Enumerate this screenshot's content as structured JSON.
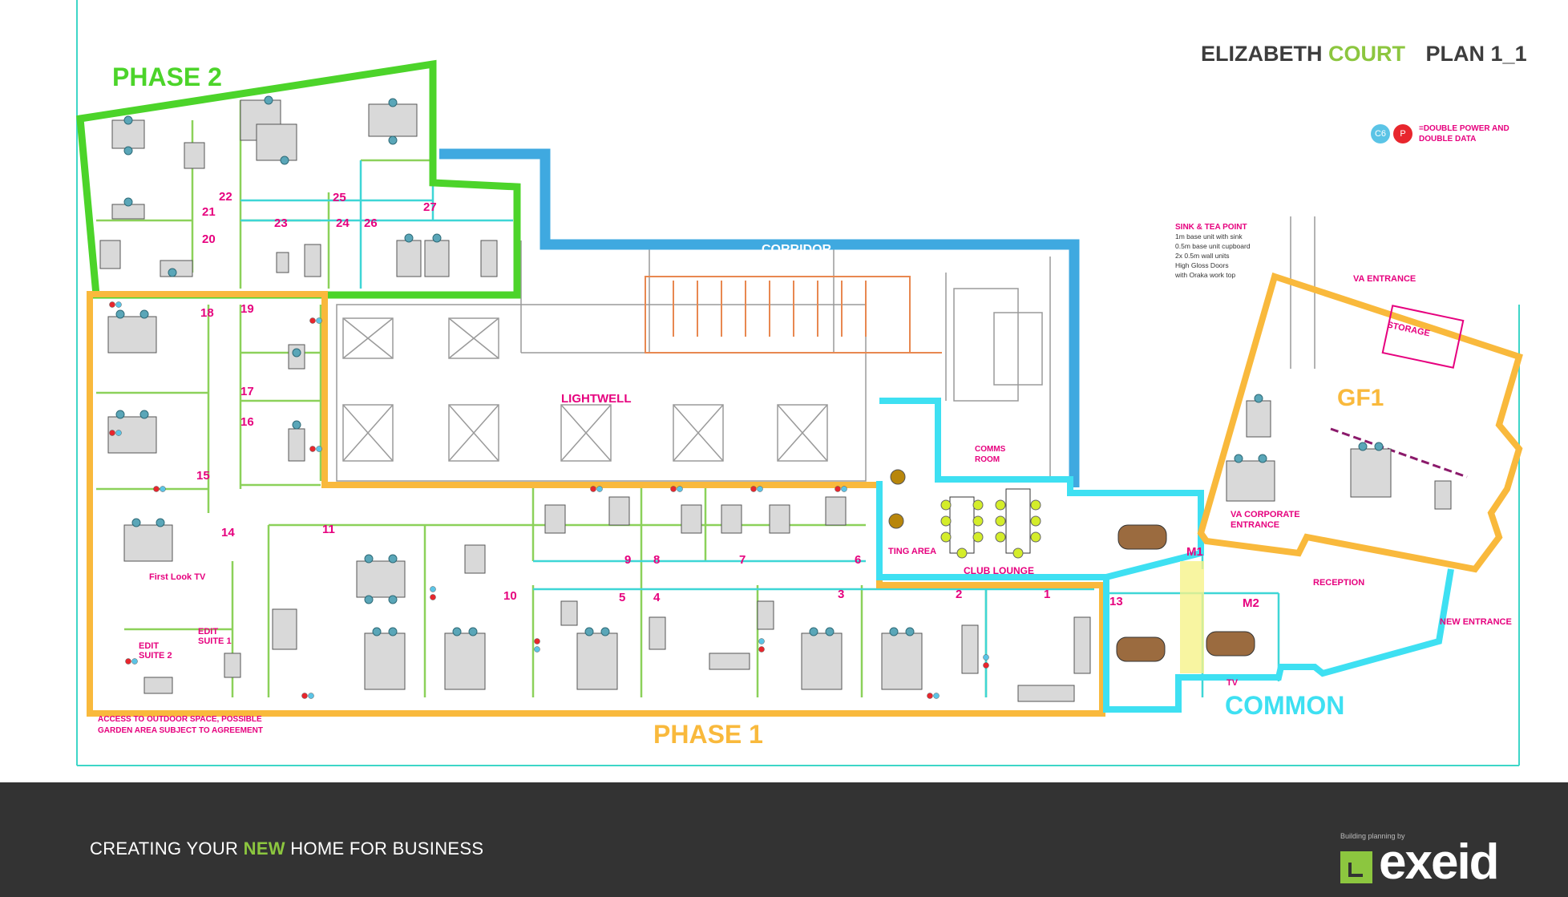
{
  "title": {
    "name": "ELIZABETH",
    "court": "COURT",
    "plan": "PLAN 1_1"
  },
  "legend": {
    "comms_symbol": "C6",
    "power_symbol": "P",
    "text": "=DOUBLE POWER AND DOUBLE DATA"
  },
  "zones": {
    "phase2": "PHASE 2",
    "phase1": "PHASE 1",
    "gf1": "GF1",
    "common": "COMMON",
    "corridor": "CORRIDOR",
    "lightwell": "LIGHTWELL",
    "club_lounge": "CLUB LOUNGE",
    "seating_area": "TING AREA",
    "comms_room_1": "COMMS",
    "comms_room_2": "ROOM",
    "reception": "RECEPTION",
    "va_entrance": "VA ENTRANCE",
    "va_corporate_1": "VA CORPORATE",
    "va_corporate_2": "ENTRANCE",
    "new_entrance": "NEW ENTRANCE",
    "storage": "STORAGE",
    "tv": "TV",
    "first_look": "First Look TV",
    "edit_suite_1a": "EDIT",
    "edit_suite_1b": "SUITE  1",
    "edit_suite_2a": "EDIT",
    "edit_suite_2b": "SUITE  2",
    "outdoor_1": "ACCESS TO OUTDOOR SPACE, POSSIBLE",
    "outdoor_2": "GARDEN AREA SUBJECT TO AGREEMENT",
    "m1": "M1",
    "m2": "M2"
  },
  "sink": {
    "title": "SINK & TEA POINT",
    "lines": [
      "1m base unit with sink",
      "0.5m base unit cupboard",
      "2x 0.5m wall units",
      "High Gloss Doors",
      "with Oraka work top"
    ]
  },
  "rooms": [
    "1",
    "2",
    "3",
    "4",
    "5",
    "6",
    "7",
    "8",
    "9",
    "10",
    "11",
    "13",
    "14",
    "15",
    "16",
    "17",
    "18",
    "19",
    "20",
    "21",
    "22",
    "23",
    "24",
    "25",
    "26",
    "27"
  ],
  "colors": {
    "phase2": "#4cd42a",
    "phase1": "#f9b93c",
    "common": "#3ee0f2",
    "corridor": "#3fa9e0",
    "label": "#e6007e",
    "room_wall": "#8cd15a",
    "room_wall_cyan": "#3ed6d6"
  },
  "footer": {
    "tagline_pre": "CREATING YOUR ",
    "tagline_hl": "NEW",
    "tagline_post": " HOME FOR BUSINESS",
    "brand_small": "Building planning by",
    "brand": "exeid"
  }
}
